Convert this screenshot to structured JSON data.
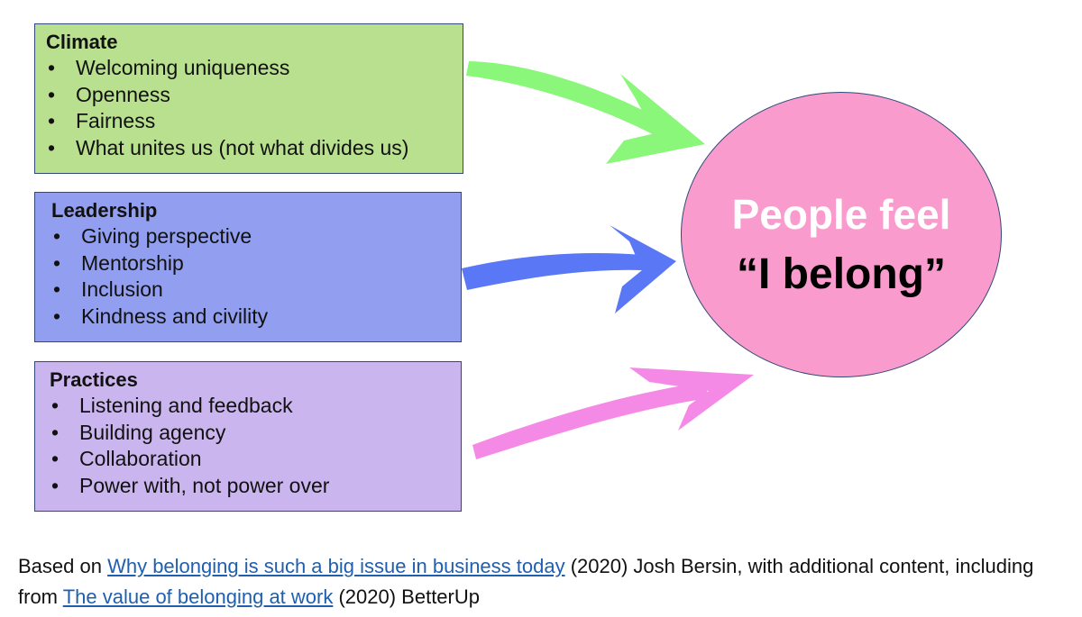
{
  "climate": {
    "title": "Climate",
    "items": [
      "Welcoming uniqueness",
      "Openness",
      "Fairness",
      "What unites us (not what divides us)"
    ],
    "color": "#b9e08f"
  },
  "leadership": {
    "title": "Leadership",
    "items": [
      "Giving perspective",
      "Mentorship",
      "Inclusion",
      "Kindness and civility"
    ],
    "color": "#929ff0"
  },
  "practices": {
    "title": "Practices",
    "items": [
      "Listening and feedback",
      "Building agency",
      "Collaboration",
      "Power with, not power over"
    ],
    "color": "#cbb5ef"
  },
  "outcome": {
    "line1": "People feel",
    "line2": "“I belong”",
    "color": "#f99ccd"
  },
  "arrows": {
    "climate_color": "#8af77a",
    "leadership_color": "#5a78f5",
    "practices_color": "#f58ae6"
  },
  "caption": {
    "prefix": "Based on ",
    "link1": "Why belonging is such a big issue in business today",
    "middle": " (2020) Josh Bersin, with additional content, including  from ",
    "link2": "The value of belonging at work",
    "suffix": " (2020) BetterUp"
  }
}
